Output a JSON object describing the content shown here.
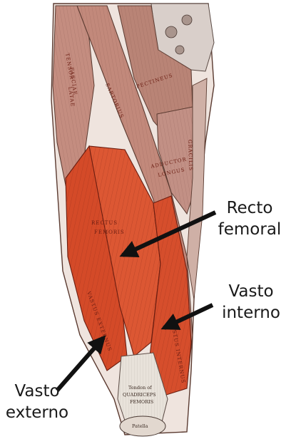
{
  "labels": {
    "recto_femoral": [
      "Recto",
      "femoral"
    ],
    "vasto_interno": [
      "Vasto",
      "interno"
    ],
    "vasto_externo": [
      "Vasto",
      "externo"
    ]
  },
  "engraved_labels": {
    "tensor_fasciae_latae": [
      "TENSOR",
      "FASCIAE",
      "LATAE"
    ],
    "sartorius": "SARTORIUS",
    "pectineus": "PECTINEUS",
    "adductor_longus": [
      "ADDUCTOR",
      "LONGUS"
    ],
    "gracilis": "GRACILIS",
    "rectus_femoris": [
      "RECTUS",
      "FEMORIS"
    ],
    "vastus_externus": "VASTUS EXTERNUS",
    "vastus_internus": "VASTUS INTERNUS",
    "tendon": [
      "Tendon of",
      "QUADRICEPS",
      "FEMORIS"
    ],
    "patella": "Patella"
  },
  "colors": {
    "quadriceps": "#d9512f",
    "upper_muscles": "#b98476",
    "tendon": "#e8e2da",
    "arrow": "#111111"
  }
}
